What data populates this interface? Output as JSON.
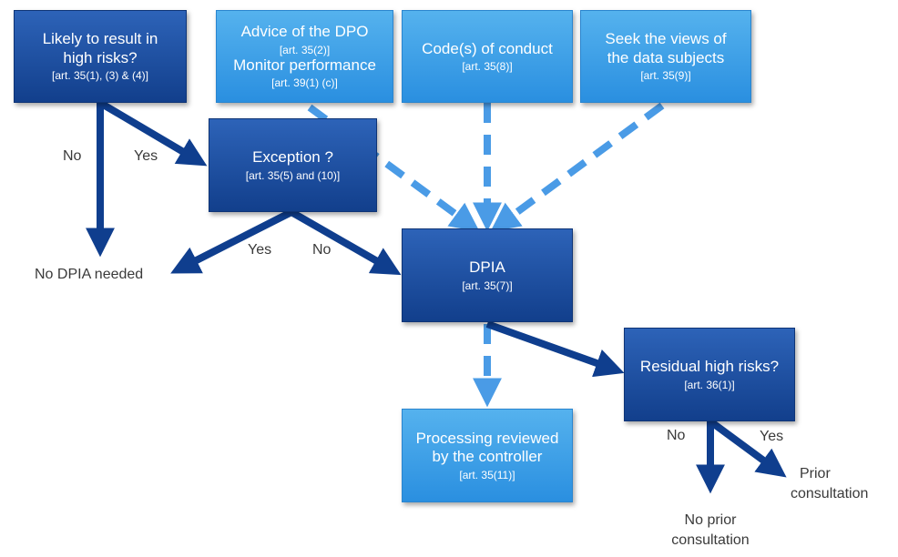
{
  "nodes": {
    "likely": {
      "line1": "Likely to result in",
      "line2": "high risks?",
      "ref": "[art. 35(1), (3) & (4)]"
    },
    "dpo": {
      "line1": "Advice of the DPO",
      "ref1": "[art. 35(2)]",
      "line2": "Monitor performance",
      "ref2": "[art. 39(1) (c)]"
    },
    "codes": {
      "line1": "Code(s) of conduct",
      "ref": "[art. 35(8)]"
    },
    "views": {
      "line1": "Seek the views of",
      "line2": "the data subjects",
      "ref": "[art. 35(9)]"
    },
    "exception": {
      "line1": "Exception ?",
      "ref": "[art. 35(5) and (10)]"
    },
    "dpia": {
      "line1": "DPIA",
      "ref": "[art. 35(7)]"
    },
    "residual": {
      "line1": "Residual high risks?",
      "ref": "[art. 36(1)]"
    },
    "processing": {
      "line1": "Processing reviewed",
      "line2": "by the controller",
      "ref": "[art. 35(11)]"
    }
  },
  "outcomes": {
    "no_dpia": "No DPIA needed",
    "no_prior_1": "No prior",
    "no_prior_2": "consultation",
    "prior_1": "Prior",
    "prior_2": "consultation"
  },
  "edge_labels": {
    "likely_no": "No",
    "likely_yes": "Yes",
    "exception_yes": "Yes",
    "exception_no": "No",
    "residual_no": "No",
    "residual_yes": "Yes"
  },
  "colors": {
    "dark_box": "#1a4a9c",
    "light_box": "#3aa0e8",
    "solid_arrow": "#0f3e8e",
    "dashed_arrow": "#4a9be6"
  }
}
